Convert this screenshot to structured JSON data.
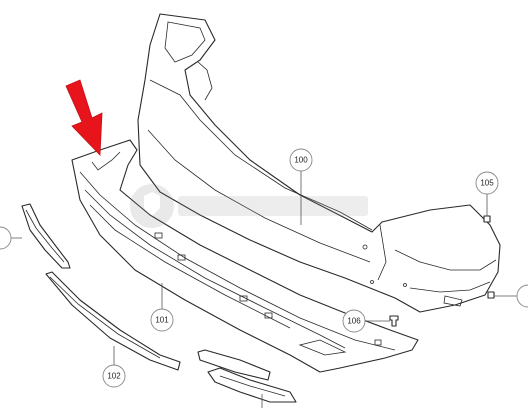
{
  "diagram": {
    "callouts": [
      {
        "id": "101",
        "label": "101"
      },
      {
        "id": "102",
        "label": "102"
      },
      {
        "id": "100",
        "label": "100"
      },
      {
        "id": "105",
        "label": "105"
      },
      {
        "id": "106",
        "label": "106"
      }
    ],
    "highlight_arrow_color": "#e8141b",
    "line_color": "#2a2a2a",
    "watermark_icon": "shield-logo"
  }
}
